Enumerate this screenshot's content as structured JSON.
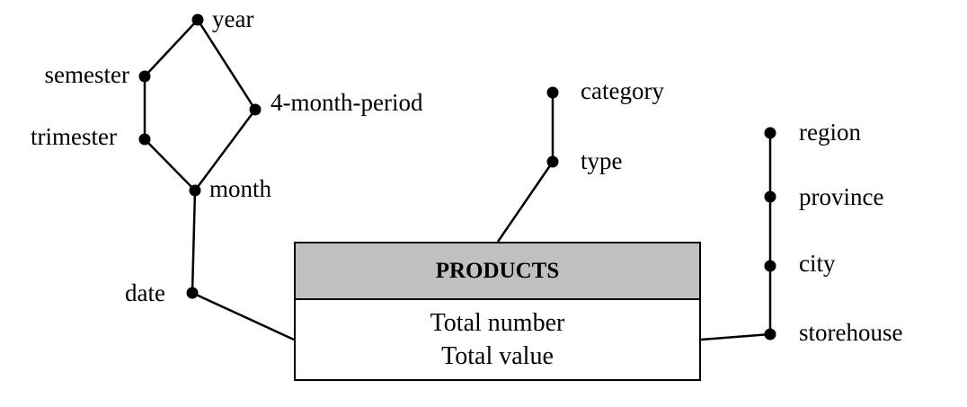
{
  "fact": {
    "name": "PRODUCTS",
    "measures": [
      "Total number",
      "Total value"
    ]
  },
  "dimensions": {
    "time": {
      "date": "date",
      "month": "month",
      "trimester": "trimester",
      "semester": "semester",
      "four_month_period": "4-month-period",
      "year": "year"
    },
    "product": {
      "type": "type",
      "category": "category"
    },
    "location": {
      "storehouse": "storehouse",
      "city": "city",
      "province": "province",
      "region": "region"
    }
  },
  "style": {
    "line_color": "#000000",
    "header_fill": "#c0c0c0"
  }
}
